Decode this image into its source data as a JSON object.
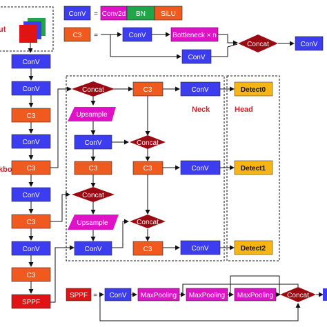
{
  "sections": {
    "input": "ut",
    "backbone": "kbone",
    "neck": "Neck",
    "head": "Head"
  },
  "legend": {
    "conv": "ConV",
    "eq1": "=",
    "conv2d": "Conv2d",
    "bn": "BN",
    "silu": "SiLU",
    "c3": "C3",
    "eq2": "=",
    "c3_conv_a": "ConV",
    "bottleneck": "Bottleneck × n",
    "c3_conv_b": "ConV",
    "c3_concat": "Concat",
    "c3_conv_out": "ConV"
  },
  "backbone": [
    "ConV",
    "ConV",
    "C3",
    "ConV",
    "C3",
    "ConV",
    "C3",
    "ConV",
    "C3",
    "SPPF"
  ],
  "neck": {
    "top_concat": "Concat",
    "upsample1": "Upsample",
    "conv_a": "ConV",
    "c3_a": "C3",
    "concat_mid": "Concat",
    "upsample2": "Upsample",
    "conv_b": "ConV",
    "c3_top": "C3",
    "conv_top": "ConV",
    "concat_r1": "Concat",
    "c3_mid": "C3",
    "concat_r2": "Concat",
    "c3_bot": "C3",
    "conv_r_mid": "ConV",
    "conv_r_bot": "ConV"
  },
  "head": [
    "Detect0",
    "Detect1",
    "Detect2"
  ],
  "sppf": {
    "label": "SPPF",
    "eq": "=",
    "conv": "ConV",
    "maxpool1": "MaxPooling",
    "maxpool2": "MaxPooling",
    "maxpool3": "MaxPooling",
    "concat": "Concat"
  },
  "colors": {
    "conv": "#3c3cf0",
    "c3": "#f05a1e",
    "bn": "#1fa64a",
    "silu": "#f05a1e",
    "conv2d": "#e012c8",
    "concat": "#9b0a12",
    "detect": "#f7b514",
    "sppf": "#e01414"
  }
}
